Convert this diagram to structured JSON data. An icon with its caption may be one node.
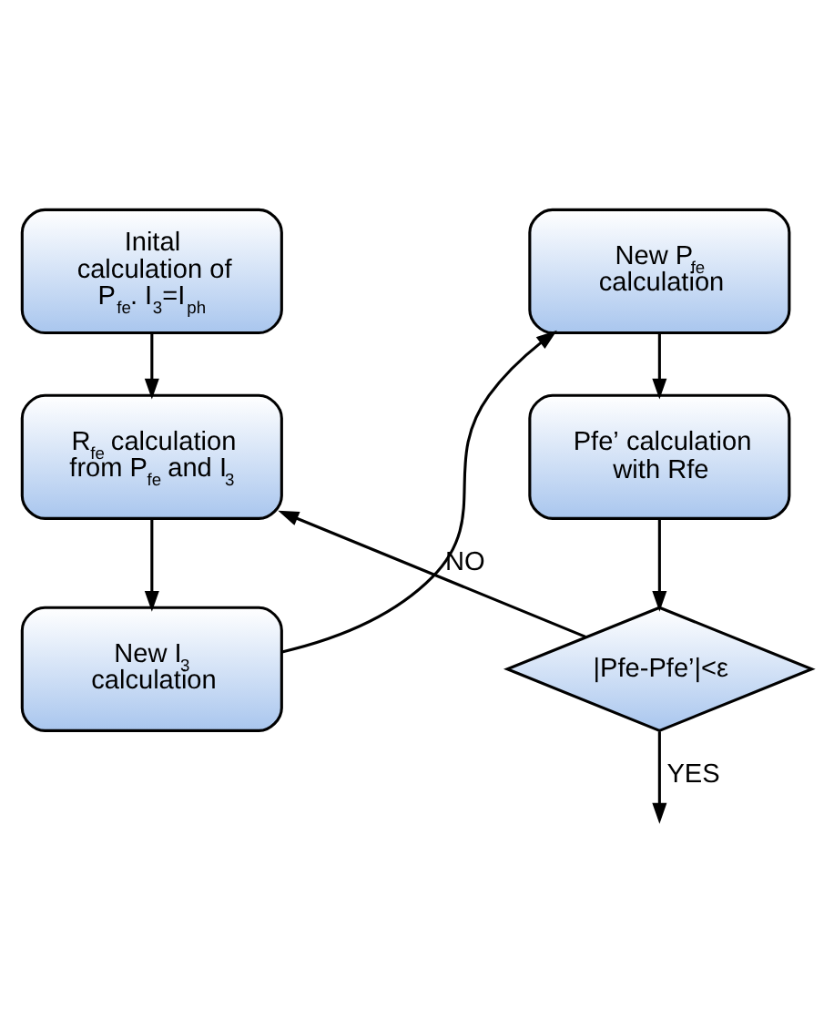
{
  "diagram": {
    "nodes": [
      {
        "text": [
          "Inital calculation of P$_{fe}$. I$_{3}$=I$_{ph}$"
        ]
      },
      {
        "text": [
          "R$_{fe}$ calculation from P$_{fe}$ and I$_{3}$"
        ]
      },
      {
        "text": [
          "New I$_{3}$ calculation"
        ]
      },
      {
        "text": [
          "New P$_{fe}$ calculation"
        ]
      },
      {
        "text": [
          "Pfe’ calculation with Rfe"
        ]
      },
      {
        "text": [
          "|Pfe-Pfe’|<ε"
        ]
      }
    ],
    "edges": [
      {
        "from": 0,
        "to": 1,
        "arrow": "to"
      },
      {
        "from": 1,
        "to": 2,
        "arrow": "to"
      },
      {
        "from": 2,
        "to": 3,
        "arrow": "to"
      },
      {
        "from": 3,
        "to": 4,
        "arrow": "to"
      },
      {
        "from": 4,
        "to": 5,
        "arrow": "to"
      },
      {
        "from": 5,
        "to": 1,
        "arrow": "to",
        "label": "NO"
      },
      {
        "from": 5,
        "to": null,
        "arrow": "to",
        "label": "YES"
      }
    ]
  }
}
